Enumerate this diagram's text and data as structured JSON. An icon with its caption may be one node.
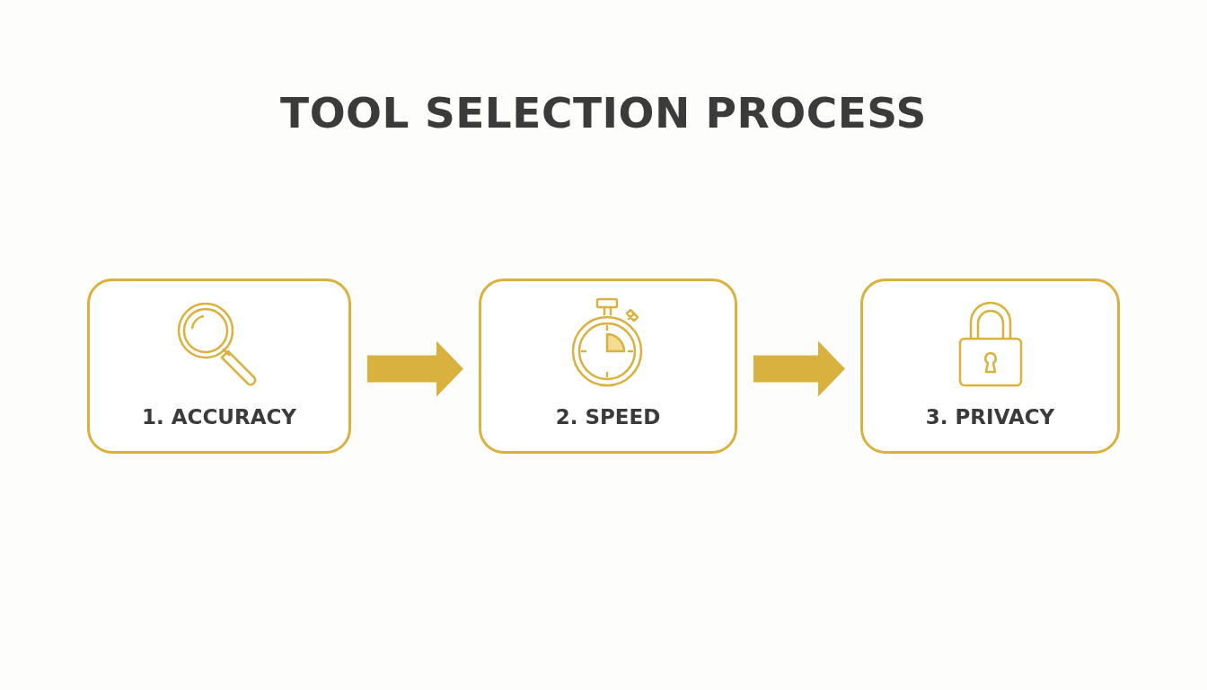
{
  "diagram": {
    "title": "TOOL SELECTION PROCESS",
    "nodes": [
      {
        "text": [
          "1. ACCURACY"
        ]
      },
      {
        "text": [
          "2. SPEED"
        ]
      },
      {
        "text": [
          "3. PRIVACY"
        ]
      }
    ],
    "edges": [
      {
        "from": 0,
        "to": 1,
        "arrow": "to"
      },
      {
        "from": 1,
        "to": 2,
        "arrow": "to"
      }
    ]
  }
}
